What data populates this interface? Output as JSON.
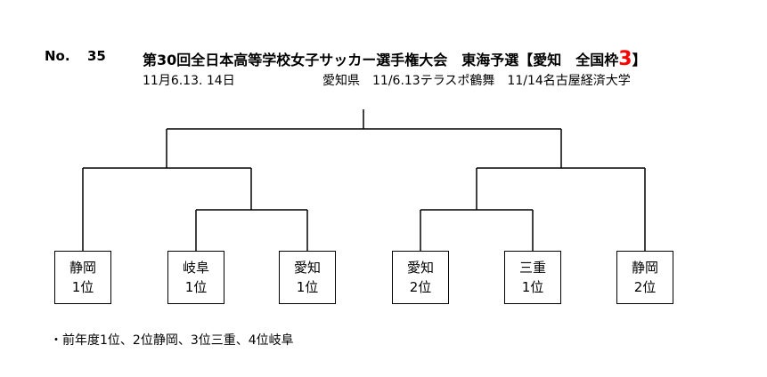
{
  "header": {
    "no_label": "No.",
    "no_value": "35",
    "title_main": "第30回全日本高等学校女子サッカー選手権大会　東海予選【愛知　全国枠",
    "title_accent": "3",
    "title_end": "】",
    "dates": "11月6.13. 14日",
    "venue": "愛知県　11/6.13テラスポ鶴舞　11/14名古屋経済大学"
  },
  "teams": [
    {
      "name": "静岡",
      "rank": "1位"
    },
    {
      "name": "岐阜",
      "rank": "1位"
    },
    {
      "name": "愛知",
      "rank": "1位"
    },
    {
      "name": "愛知",
      "rank": "2位"
    },
    {
      "name": "三重",
      "rank": "1位"
    },
    {
      "name": "静岡",
      "rank": "2位"
    }
  ],
  "note": "・前年度1位、2位静岡、3位三重、4位岐阜",
  "colors": {
    "accent": "#ff0000",
    "line": "#000000"
  }
}
